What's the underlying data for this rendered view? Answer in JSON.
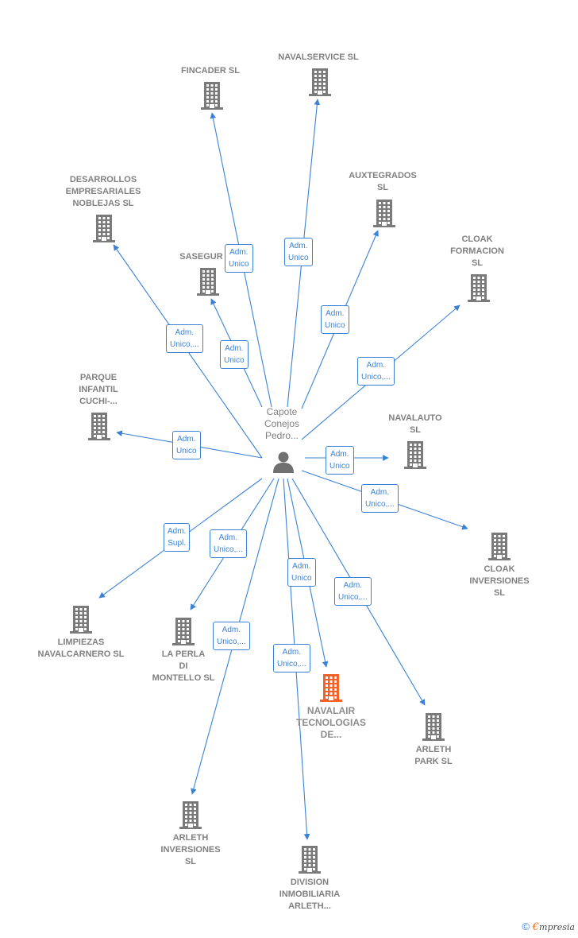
{
  "center": {
    "name": "Capote\nConejos\nPedro..."
  },
  "colors": {
    "edge": "#3b82d6",
    "building": "#7a7a7a",
    "highlight": "#f4622a"
  },
  "nodes": [
    {
      "id": "fincader",
      "label": "FINCADER  SL",
      "role": "Adm.\nUnico"
    },
    {
      "id": "navalservice",
      "label": "NAVALSERVICE SL",
      "role": "Adm.\nUnico"
    },
    {
      "id": "auxtegrados",
      "label": "AUXTEGRADOS\nSL",
      "role": "Adm.\nUnico"
    },
    {
      "id": "desarrollos",
      "label": "DESARROLLOS\nEMPRESARIALES\nNOBLEJAS SL",
      "role": "Adm.\nUnico,..."
    },
    {
      "id": "sasegur",
      "label": "SASEGUR  SL",
      "role": "Adm.\nUnico"
    },
    {
      "id": "cloak-formacion",
      "label": "CLOAK\nFORMACION\nSL",
      "role": "Adm.\nUnico,..."
    },
    {
      "id": "parque",
      "label": "PARQUE\nINFANTIL\nCUCHI-...",
      "role": "Adm.\nUnico"
    },
    {
      "id": "navalauto",
      "label": "NAVALAUTO\nSL",
      "role": "Adm.\nUnico"
    },
    {
      "id": "cloak-inversiones",
      "label": "CLOAK\nINVERSIONES\nSL",
      "role": "Adm.\nUnico,..."
    },
    {
      "id": "limpiezas",
      "label": "LIMPIEZAS\nNAVALCARNERO SL",
      "role": "Adm.\nSupl."
    },
    {
      "id": "la-perla",
      "label": "LA PERLA\nDI\nMONTELLO  SL",
      "role": "Adm.\nUnico,..."
    },
    {
      "id": "navalair",
      "label": "NAVALAIR\nTECNOLOGIAS\nDE...",
      "role": "Adm.\nUnico",
      "highlight": true
    },
    {
      "id": "arleth-park",
      "label": "ARLETH\nPARK  SL",
      "role": "Adm.\nUnico,..."
    },
    {
      "id": "arleth-inversiones",
      "label": "ARLETH\nINVERSIONES\nSL",
      "role": "Adm.\nUnico,..."
    },
    {
      "id": "division",
      "label": "DIVISION\nINMOBILIARIA\nARLETH...",
      "role": "Adm.\nUnico,..."
    }
  ],
  "footer": {
    "copyright": "©",
    "brand_first": "€",
    "brand_rest": "mpresia"
  }
}
